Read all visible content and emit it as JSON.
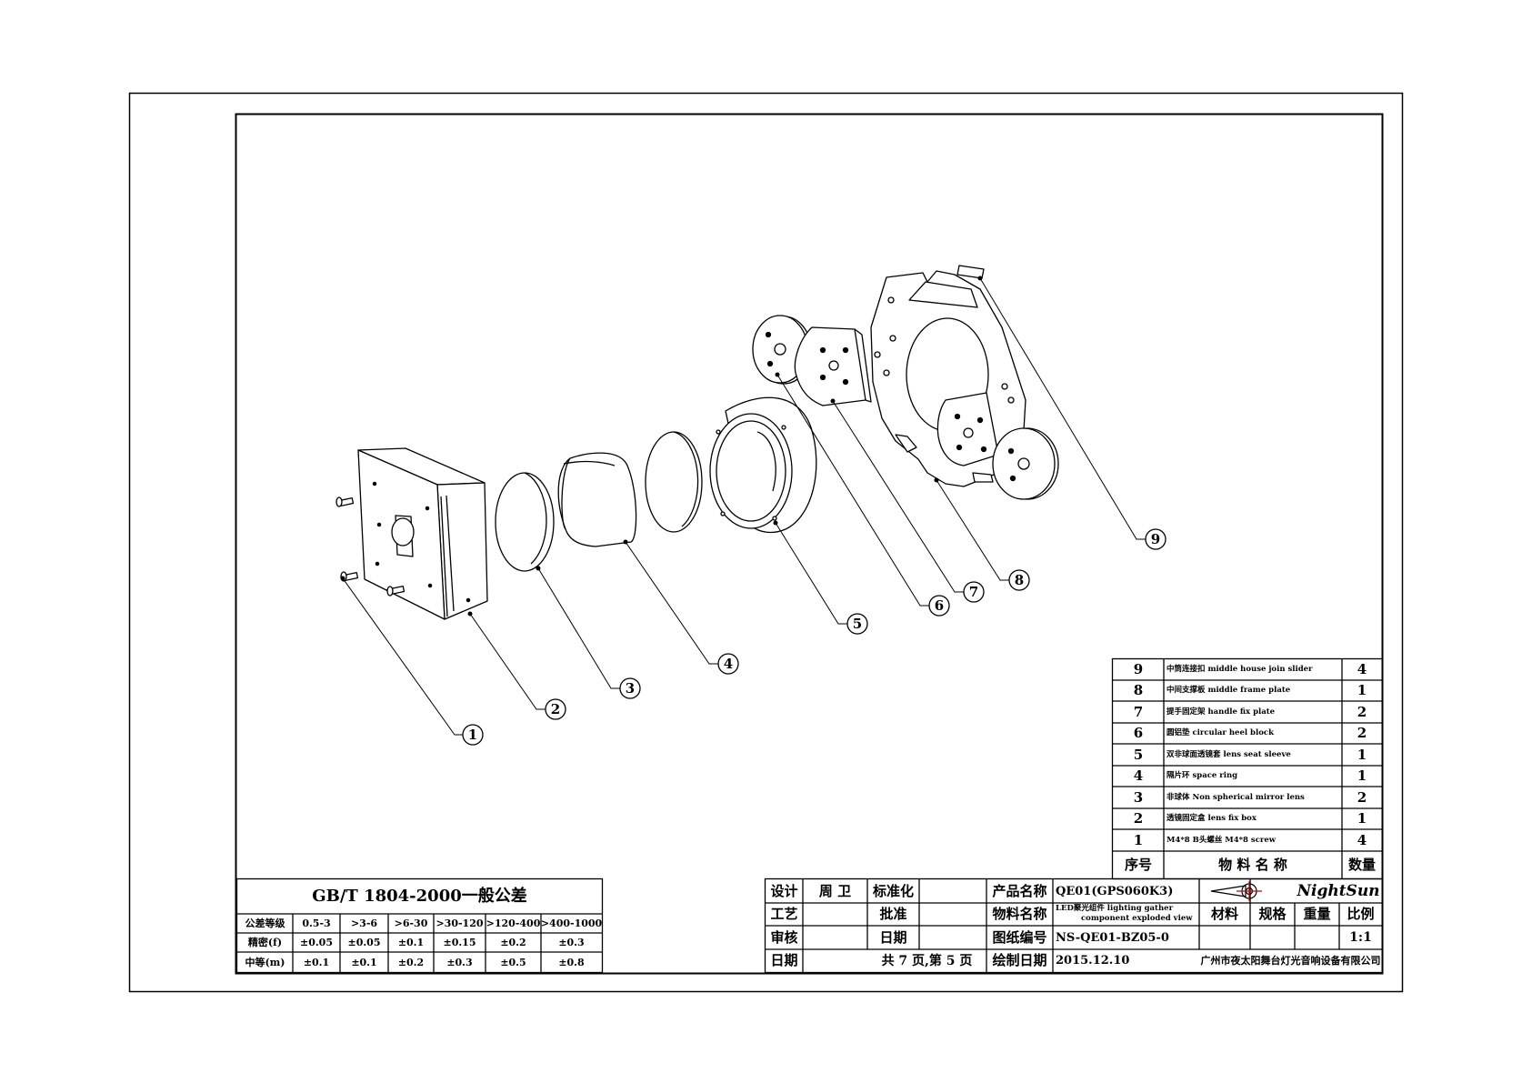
{
  "balloons": [
    "1",
    "2",
    "3",
    "4",
    "5",
    "6",
    "7",
    "8",
    "9"
  ],
  "bom": {
    "rows": [
      {
        "no": "9",
        "name": "中筒连接扣 middle house join slider",
        "qty": "4"
      },
      {
        "no": "8",
        "name": "中间支撑板 middle frame plate",
        "qty": "1"
      },
      {
        "no": "7",
        "name": "提手固定架 handle fix plate",
        "qty": "2"
      },
      {
        "no": "6",
        "name": "圆铝垫 circular heel block",
        "qty": "2"
      },
      {
        "no": "5",
        "name": "双非球面透镜套 lens seat sleeve",
        "qty": "1"
      },
      {
        "no": "4",
        "name": "隔片环 space ring",
        "qty": "1"
      },
      {
        "no": "3",
        "name": "非球体 Non spherical mirror lens",
        "qty": "2"
      },
      {
        "no": "2",
        "name": "透镜固定盒 lens fix box",
        "qty": "1"
      },
      {
        "no": "1",
        "name": "M4*8 B头螺丝 M4*8 screw",
        "qty": "4"
      }
    ],
    "header": {
      "no": "序号",
      "name": "物 料 名 称",
      "qty": "数量"
    }
  },
  "tolerance": {
    "title": "GB/T 1804-2000一般公差",
    "header": [
      "公差等级",
      "0.5-3",
      ">3-6",
      ">6-30",
      ">30-120",
      ">120-400",
      ">400-1000"
    ],
    "rows": [
      [
        "精密(f)",
        "±0.05",
        "±0.05",
        "±0.1",
        "±0.15",
        "±0.2",
        "±0.3"
      ],
      [
        "中等(m)",
        "±0.1",
        "±0.1",
        "±0.2",
        "±0.3",
        "±0.5",
        "±0.8"
      ]
    ]
  },
  "title_block": {
    "design_label": "设计",
    "designer": "周 卫",
    "std_label": "标准化",
    "product_label": "产品名称",
    "product_value": "QE01(GPS060K3)",
    "craft_label": "工艺",
    "approve_label": "批准",
    "material_name_label": "物料名称",
    "material_name_value_line1": "LED聚光组件 lighting gather",
    "material_name_value_line2": "component exploded view",
    "material_label": "材料",
    "spec_label": "规格",
    "weight_label": "重量",
    "scale_label": "比例",
    "check_label": "审核",
    "date_label_mid": "日期",
    "drawing_no_label": "图纸编号",
    "drawing_no_value": "NS-QE01-BZ05-0",
    "scale_value": "1:1",
    "date_label": "日期",
    "pages": "共 7 页,第 5 页",
    "draw_date_label": "绘制日期",
    "draw_date_value": "2015.12.10",
    "company": "广州市夜太阳舞台灯光音响设备有限公司",
    "brand": "NightSun"
  }
}
